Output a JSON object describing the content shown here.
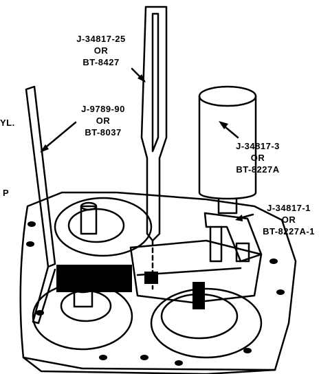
{
  "callouts": {
    "tool_a": {
      "part": "J-34817-25",
      "or": "OR",
      "alt": "BT-8427"
    },
    "tool_b": {
      "part": "J-9789-90",
      "or": "OR",
      "alt": "BT-8037"
    },
    "tool_c": {
      "part": "J-34817-3",
      "or": "OR",
      "alt": "BT-8227A"
    },
    "tool_d": {
      "part": "J-34817-1",
      "or": "OR",
      "alt": "BT-8227A-1"
    }
  },
  "edge_fragments": {
    "top": "YL.",
    "mid": "P"
  }
}
